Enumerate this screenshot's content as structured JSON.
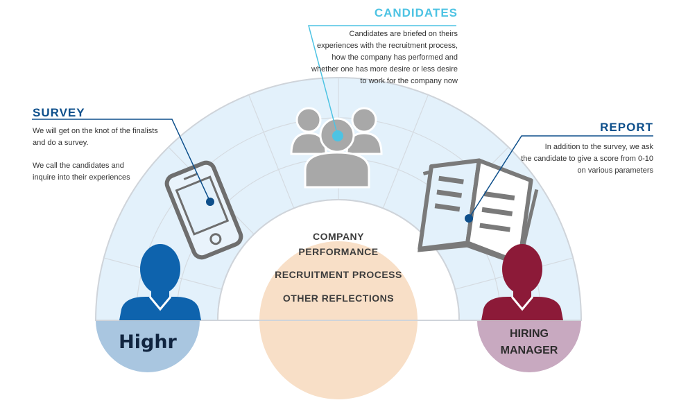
{
  "colors": {
    "arc_fill": "#e3f1fb",
    "arc_stroke": "#cfd4da",
    "blue_person": "#0e63ad",
    "red_person": "#8c1a38",
    "blue_base": "#a9c6e0",
    "mauve_base": "#c8a9c0",
    "peach_base": "#f8dfc7",
    "cyan_accent": "#4dc3e3",
    "navy_accent": "#0d4f8b",
    "icon_gray": "#a8a8a8"
  },
  "candidates": {
    "title": "CANDIDATES",
    "lines": [
      "Candidates are briefed on theirs",
      "experiences with the recruitment process,",
      "how the company has performed and",
      "whether one has more desire or less desire",
      "to work for the company now"
    ]
  },
  "survey": {
    "title": "SURVEY",
    "lines": [
      "We will get on the knot of the finalists",
      "and do a survey."
    ],
    "lines2": [
      "We call the candidates and",
      "inquire into their experiences"
    ]
  },
  "report": {
    "title": "REPORT",
    "lines": [
      "In addition to the survey, we ask",
      "the candidate to give a score from 0-10",
      "on various parameters"
    ]
  },
  "center": {
    "line1": "COMPANY",
    "line2": "PERFORMANCE",
    "line3": "RECRUITMENT PROCESS",
    "line4": "OTHER REFLECTIONS"
  },
  "left_base": {
    "label": "Highr"
  },
  "right_base": {
    "line1": "HIRING",
    "line2": "MANAGER"
  },
  "icons": {
    "phone": "smartphone-icon",
    "group": "group-people-icon",
    "report": "report-booklet-icon",
    "person_left": "person-silhouette-icon",
    "person_right": "person-silhouette-icon"
  }
}
